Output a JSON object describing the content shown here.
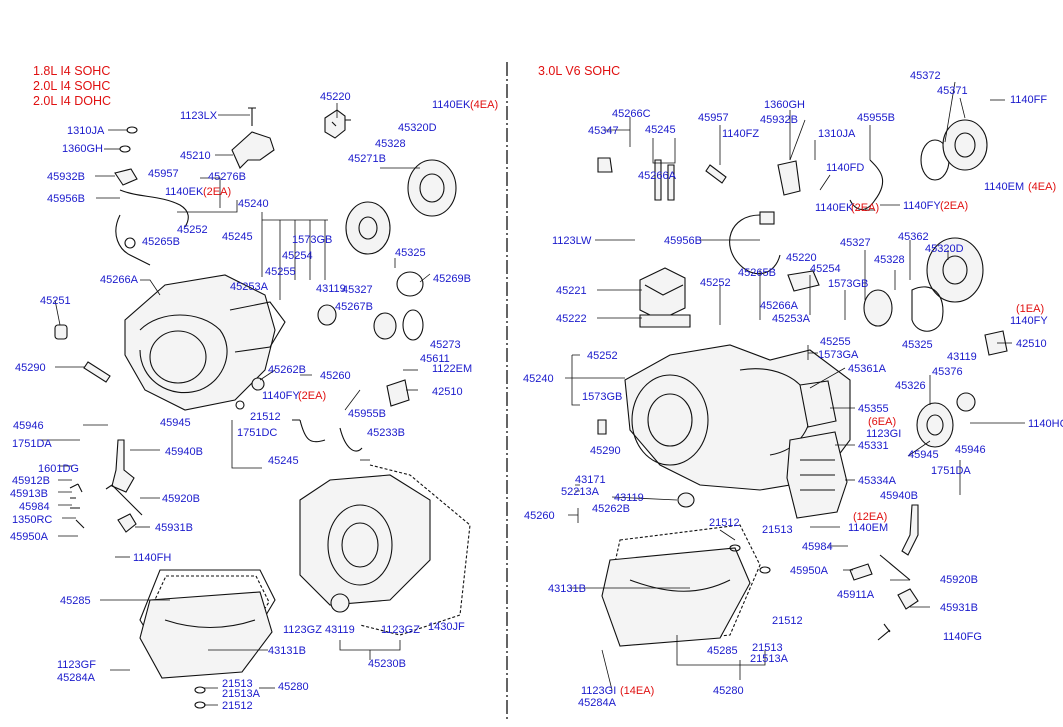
{
  "left_header": [
    "1.8L I4 SOHC",
    "2.0L I4 SOHC",
    "2.0L I4 DOHC"
  ],
  "right_header": "3.0L V6 SOHC",
  "left_labels": [
    "45220",
    "1123LX",
    "1140EK",
    "(4EA)",
    "1310JA",
    "1360GH",
    "45210",
    "45320D",
    "45328",
    "45271B",
    "45932B",
    "45957",
    "45276B",
    "1140EK",
    "(2EA)",
    "45956B",
    "45240",
    "45252",
    "45245",
    "1573GB",
    "45265B",
    "45254",
    "45266A",
    "45255",
    "45253A",
    "43119",
    "45269B",
    "45325",
    "45251",
    "45327",
    "45267B",
    "45273",
    "45611",
    "45290",
    "45262B",
    "45260",
    "1122EM",
    "1140FY",
    "(2EA)",
    "42510",
    "21512",
    "45946",
    "45945",
    "1751DC",
    "45955B",
    "1751DA",
    "45233B",
    "45940B",
    "45245",
    "1601DG",
    "45912B",
    "45913B",
    "45920B",
    "45984",
    "1350RC",
    "45931B",
    "45950A",
    "1140FH",
    "45285",
    "1123GZ",
    "43119",
    "1123GZ",
    "1430JF",
    "43131B",
    "1123GF",
    "45284A",
    "45230B",
    "21513",
    "21513A",
    "45280",
    "21512"
  ],
  "right_labels": [
    "45372",
    "45371",
    "1140FF",
    "45266C",
    "45957",
    "1360GH",
    "45347",
    "45245",
    "1140FZ",
    "45932B",
    "1310JA",
    "45955B",
    "1140FD",
    "1140EM",
    "(4EA)",
    "45266A",
    "1140EK",
    "(2EA)",
    "1140FY",
    "(2EA)",
    "1123LW",
    "45956B",
    "45327",
    "45320D",
    "45221",
    "45220",
    "45252",
    "45265B",
    "45254",
    "1573GB",
    "45328",
    "45362",
    "45222",
    "45266A",
    "45253A",
    "(1EA)",
    "1140FY",
    "45255",
    "1573GA",
    "45325",
    "42510",
    "45252",
    "45361A",
    "43119",
    "45240",
    "45376",
    "45326",
    "1573GB",
    "45355",
    "(6EA)",
    "1123GI",
    "45331",
    "45290",
    "1140HC",
    "45945",
    "45946",
    "43171",
    "52213A",
    "45334A",
    "1751DA",
    "43119",
    "45940B",
    "45262B",
    "45260",
    "(12EA)",
    "1140EM",
    "21512",
    "21513",
    "45984",
    "45950A",
    "45920B",
    "43131B",
    "45911A",
    "45931B",
    "21512",
    "45285",
    "21513",
    "21513A",
    "1140FG",
    "1123GI",
    "(14EA)",
    "45280",
    "45284A"
  ]
}
